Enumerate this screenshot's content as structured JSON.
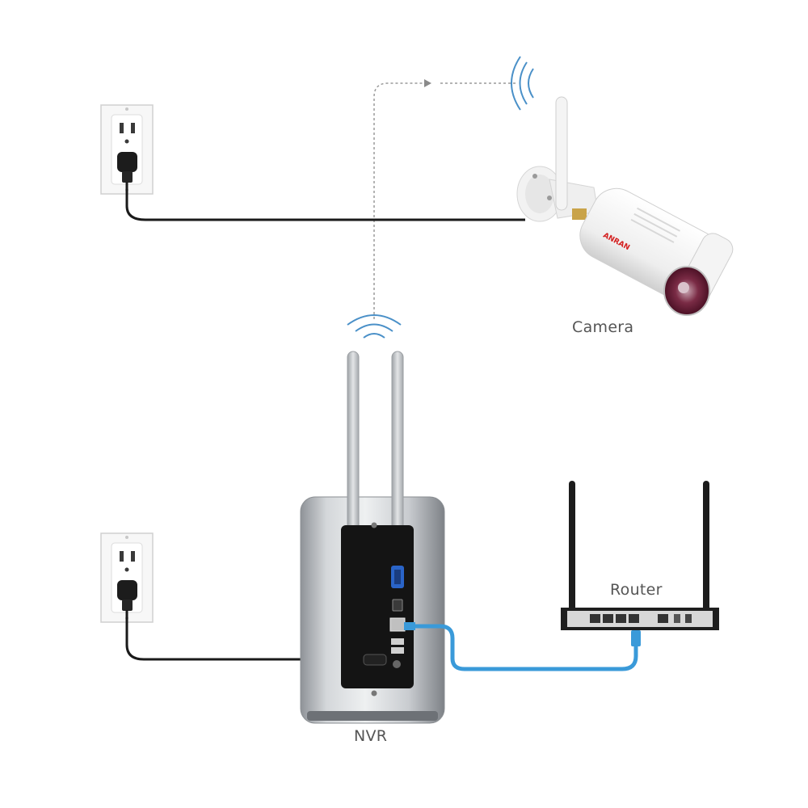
{
  "labels": {
    "camera": "Camera",
    "nvr": "NVR",
    "router": "Router"
  },
  "camera_brand": "ANRAN",
  "colors": {
    "power_cable": "#1a1a1a",
    "ethernet_cable": "#3a9ad9",
    "wifi_signal": "#4a90c8",
    "dashed_link": "#999999",
    "brand_red": "#d42020"
  },
  "icons": {
    "outlet": "wall-outlet-icon",
    "wifi": "wifi-signal-icon",
    "plug": "power-plug-icon"
  }
}
